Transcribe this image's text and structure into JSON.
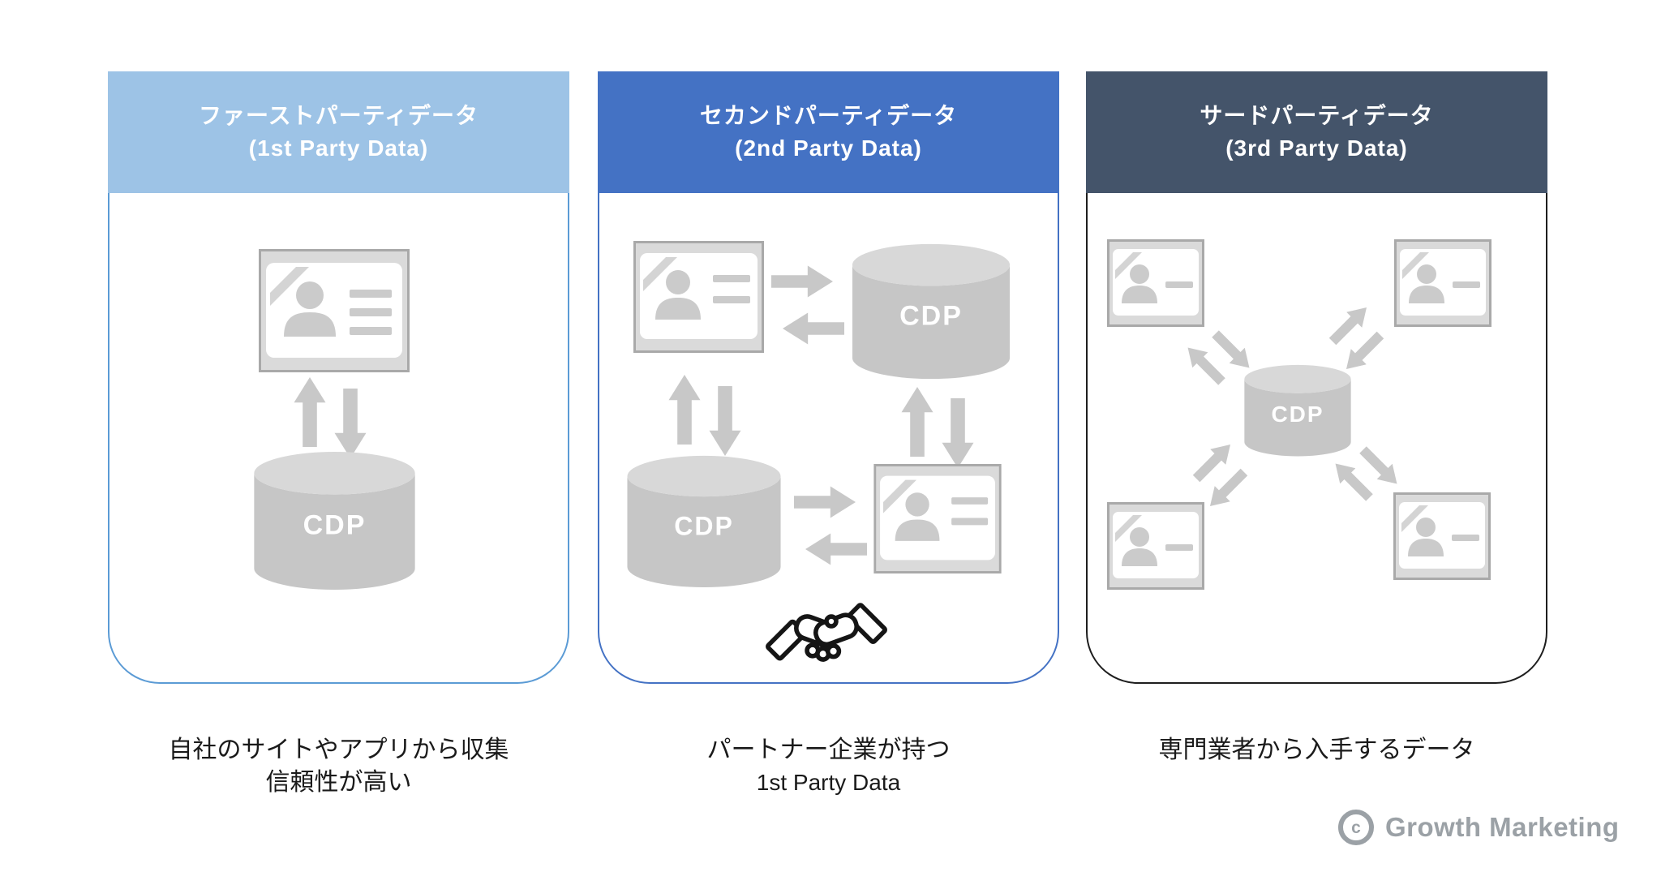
{
  "panels": [
    {
      "title_ja": "ファーストパーティデータ",
      "title_en": "(1st Party Data)",
      "cdp_label": "CDP",
      "caption": [
        "自社のサイトやアプリから収集",
        "信頼性が高い"
      ],
      "colors": {
        "header": "#9DC3E6",
        "border": "#5B9BD5"
      }
    },
    {
      "title_ja": "セカンドパーティデータ",
      "title_en": "(2nd Party Data)",
      "cdp_label": "CDP",
      "caption": [
        "パートナー企業が持つ",
        "1st Party Data"
      ],
      "colors": {
        "header": "#4472C4",
        "border": "#4472C4"
      }
    },
    {
      "title_ja": "サードパーティデータ",
      "title_en": "(3rd Party Data)",
      "cdp_label": "CDP",
      "caption": [
        "専門業者から入手するデータ"
      ],
      "colors": {
        "header": "#44546A",
        "border": "#1E1E1E"
      }
    }
  ],
  "icons": {
    "cylinder": "cdp-database-cylinder",
    "profile_card": "user-profile-card",
    "arrows": "bidirectional-grey-arrows",
    "handshake": "partnership-handshake"
  },
  "shape_colors": {
    "grey": "#C8C8C8",
    "grey_light": "#D8D8D8",
    "card_border": "#A9A9A9",
    "caption_text": "#1A1A1A",
    "background": "#FFFFFF"
  },
  "footer": {
    "copyright_symbol": "c",
    "logo_text": "Growth Marketing",
    "logo_color": "#9BA1A6"
  }
}
